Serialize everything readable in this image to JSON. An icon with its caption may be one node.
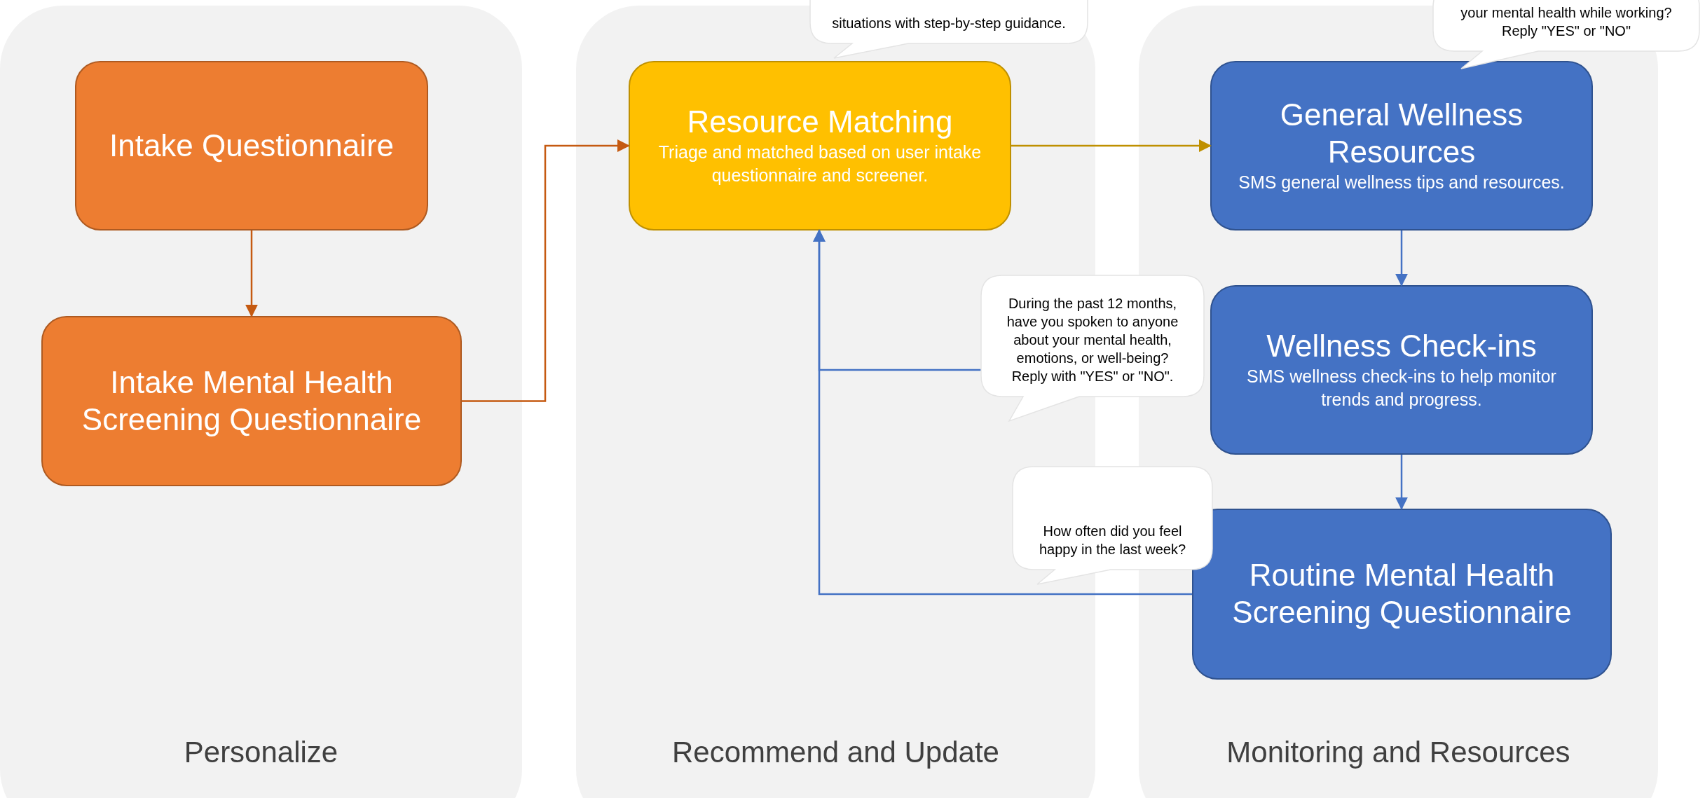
{
  "diagram": {
    "nodes": [
      {
        "text": [
          "Personalize"
        ]
      },
      {
        "text": [
          "Intake Questionnaire"
        ],
        "in": 0
      },
      {
        "text": [
          "Intake Mental Health Screening Questionnaire"
        ],
        "in": 0
      },
      {
        "text": [
          "Recommend and Update"
        ]
      },
      {
        "text": [
          "situations with step-by-step guidance."
        ]
      },
      {
        "text": [
          "Resource Matching",
          "Triage and matched based on user intake questionnaire and screener."
        ],
        "in": 3
      },
      {
        "text": [
          "Monitoring and Resources"
        ]
      },
      {
        "text": [
          "your mental health while working? Reply \"YES\" or \"NO\""
        ]
      },
      {
        "text": [
          "General Wellness Resources",
          "SMS general wellness tips and resources."
        ],
        "in": 6
      },
      {
        "text": [
          "Wellness Check-ins",
          "SMS wellness check-ins to help monitor trends and progress."
        ],
        "in": 6
      },
      {
        "text": [
          "During the past 12 months, have you spoken to anyone about your mental health, emotions, or well-being? Reply with \"YES\" or \"NO\"."
        ]
      },
      {
        "text": [
          "Routine Mental Health Screening Questionnaire"
        ],
        "in": 6
      },
      {
        "text": [
          "How often did you feel happy in the last week?"
        ]
      }
    ],
    "edges": [
      {
        "from": 1,
        "to": 2,
        "arrow": "to",
        "color": "#c55a11"
      },
      {
        "from": 2,
        "to": 5,
        "arrow": "to",
        "color": "#c55a11"
      },
      {
        "from": 5,
        "to": 8,
        "arrow": "to",
        "color": "#bf9000"
      },
      {
        "from": 8,
        "to": 9,
        "arrow": "to",
        "color": "#4472c4"
      },
      {
        "from": 9,
        "to": 11,
        "arrow": "to",
        "color": "#4472c4"
      },
      {
        "from": 11,
        "to": 5,
        "arrow": "to",
        "color": "#4472c4"
      },
      {
        "from": 10,
        "to": 5,
        "arrow": "to",
        "color": "#4472c4"
      }
    ]
  }
}
